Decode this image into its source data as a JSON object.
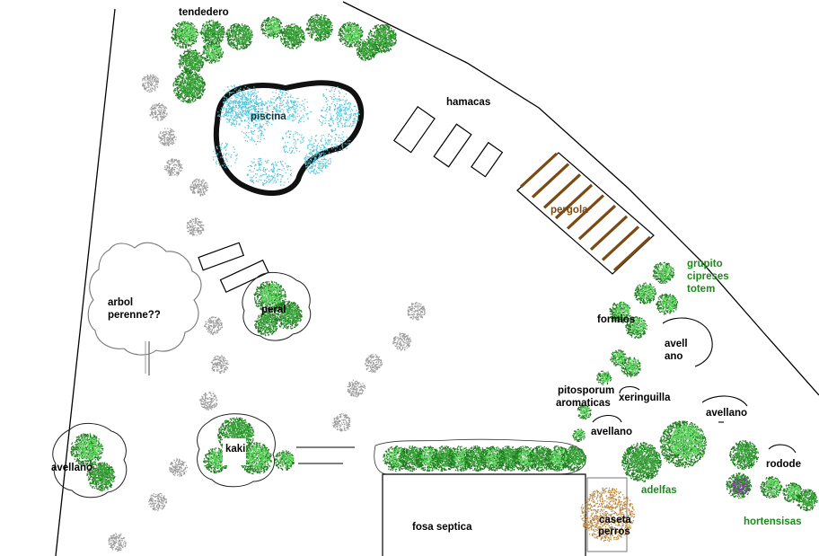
{
  "labels": {
    "tendedero": "tendedero",
    "piscina": "piscina",
    "hamacas": "hamacas",
    "pergola": "pergola",
    "grupito": "grupito",
    "cipreses": "cipreses",
    "totem": "totem",
    "formios": "formios",
    "avell": "avell",
    "ano": "ano",
    "arbol": "arbol",
    "perenne": "perenne??",
    "peral": "peral",
    "pitosporum": "pitosporum",
    "aromaticas": "aromaticas",
    "xeringuilla": "xeringuilla",
    "avellano_mid": "avellano",
    "avellano_right": "avellano",
    "avellano_left": "avellano",
    "kaki": "kaki",
    "adelfas": "adelfas",
    "rodode": "rodode",
    "hortensisas": "hortensisas",
    "fosa_septica": "fosa septica",
    "caseta": "caseta",
    "perros": "perros"
  },
  "colors": {
    "dark_green": "#1e7d1e",
    "mid_green": "#3aa63a",
    "light_green": "#5fd85f",
    "pool_blue": "#4fc3d9",
    "pergola_brown": "#7a4a12",
    "gray_bush": "#9a9a9a",
    "label_green": "#1b8a1b",
    "hydrangea_purple": "#7a3a9a",
    "kennel_tan": "#b8843a"
  }
}
